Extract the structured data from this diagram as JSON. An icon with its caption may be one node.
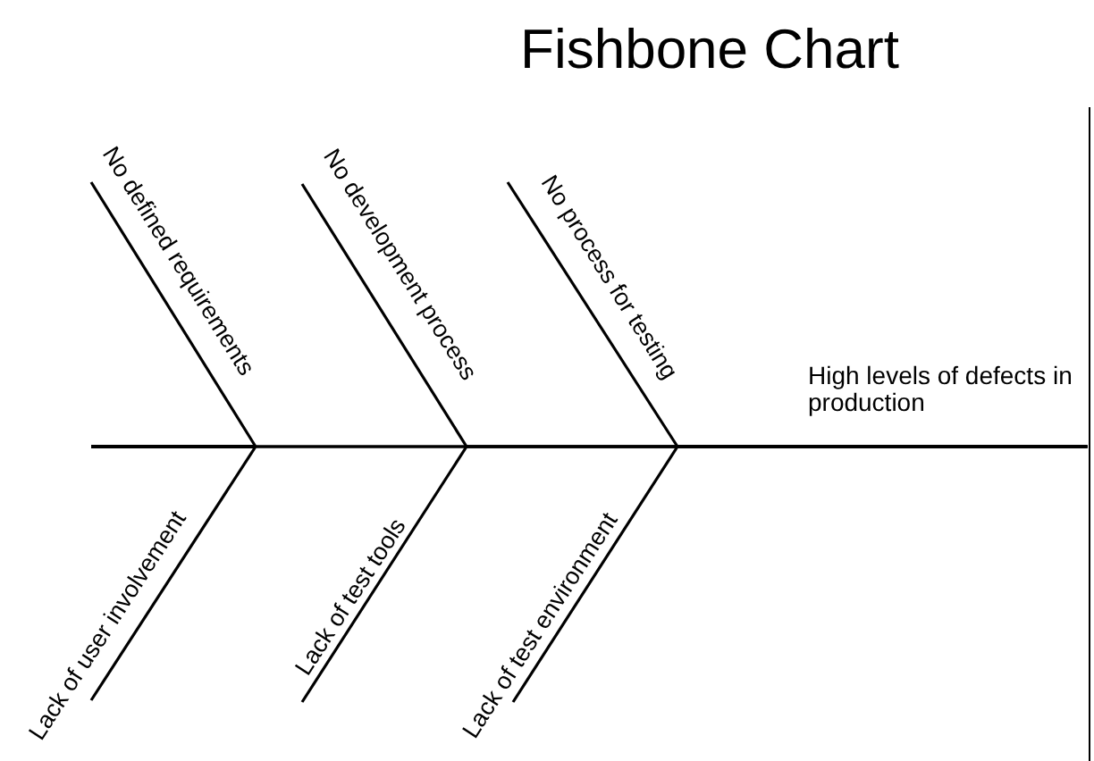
{
  "diagram": {
    "title": "Fishbone Chart",
    "nodes": [
      {
        "text": [
          "High levels of defects in production"
        ]
      },
      {
        "text": [
          "No defined requirements"
        ]
      },
      {
        "text": [
          "No development process"
        ]
      },
      {
        "text": [
          "No process for testing"
        ]
      },
      {
        "text": [
          "Lack of user involvement"
        ]
      },
      {
        "text": [
          "Lack of test tools"
        ]
      },
      {
        "text": [
          "Lack of test environment"
        ]
      }
    ],
    "edges": [
      {
        "from": 1,
        "to": 0,
        "arrow": "none"
      },
      {
        "from": 2,
        "to": 0,
        "arrow": "none"
      },
      {
        "from": 3,
        "to": 0,
        "arrow": "none"
      },
      {
        "from": 4,
        "to": 0,
        "arrow": "none"
      },
      {
        "from": 5,
        "to": 0,
        "arrow": "none"
      },
      {
        "from": 6,
        "to": 0,
        "arrow": "none"
      }
    ]
  }
}
